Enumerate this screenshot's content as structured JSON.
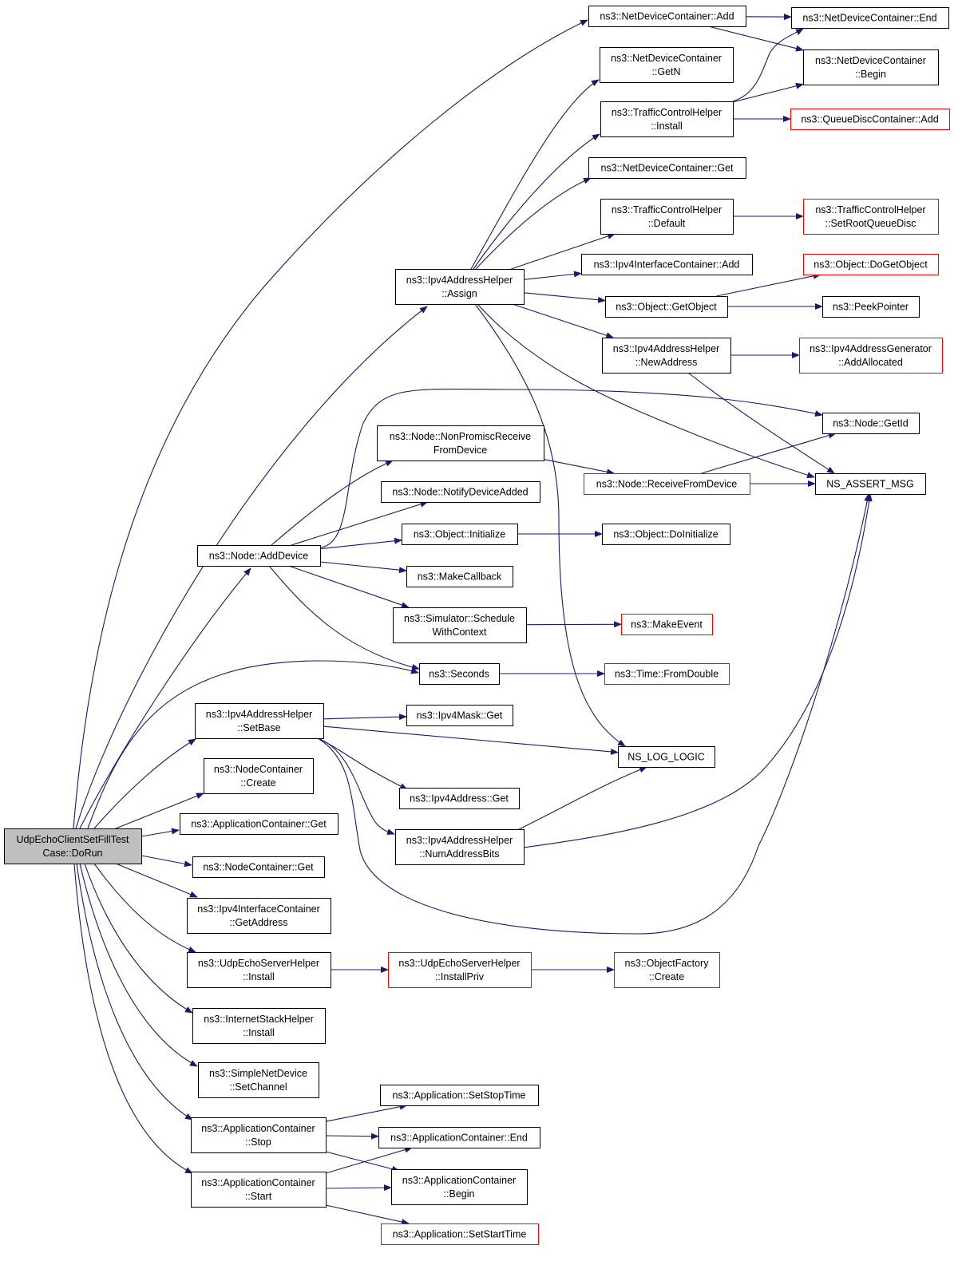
{
  "diagram": {
    "type": "call-graph",
    "colors": {
      "edge": "#191970",
      "node_border": "#000000",
      "truncated_node_border": "#ff0000",
      "root_fill": "#bfbfbf",
      "background": "#ffffff"
    },
    "nodes": [
      {
        "id": "root",
        "lines": [
          "UdpEchoClientSetFillTest",
          "Case::DoRun"
        ],
        "style": "root"
      },
      {
        "id": "ndc_add",
        "lines": [
          "ns3::NetDeviceContainer::Add"
        ],
        "style": "normal"
      },
      {
        "id": "ndc_end",
        "lines": [
          "ns3::NetDeviceContainer::End"
        ],
        "style": "normal"
      },
      {
        "id": "ndc_getn",
        "lines": [
          "ns3::NetDeviceContainer",
          "::GetN"
        ],
        "style": "normal"
      },
      {
        "id": "ndc_begin",
        "lines": [
          "ns3::NetDeviceContainer",
          "::Begin"
        ],
        "style": "normal"
      },
      {
        "id": "tch_install",
        "lines": [
          "ns3::TrafficControlHelper",
          "::Install"
        ],
        "style": "normal"
      },
      {
        "id": "qdc_add",
        "lines": [
          "ns3::QueueDiscContainer::Add"
        ],
        "style": "truncated"
      },
      {
        "id": "ndc_get",
        "lines": [
          "ns3::NetDeviceContainer::Get"
        ],
        "style": "normal"
      },
      {
        "id": "tch_default",
        "lines": [
          "ns3::TrafficControlHelper",
          "::Default"
        ],
        "style": "normal"
      },
      {
        "id": "tch_setroot",
        "lines": [
          "ns3::TrafficControlHelper",
          "::SetRootQueueDisc"
        ],
        "style": "truncated"
      },
      {
        "id": "iic_add",
        "lines": [
          "ns3::Ipv4InterfaceContainer::Add"
        ],
        "style": "normal"
      },
      {
        "id": "obj_dogetobject",
        "lines": [
          "ns3::Object::DoGetObject"
        ],
        "style": "truncated"
      },
      {
        "id": "ipv4ah_assign",
        "lines": [
          "ns3::Ipv4AddressHelper",
          "::Assign"
        ],
        "style": "normal"
      },
      {
        "id": "obj_getobject",
        "lines": [
          "ns3::Object::GetObject"
        ],
        "style": "normal"
      },
      {
        "id": "peekpointer",
        "lines": [
          "ns3::PeekPointer"
        ],
        "style": "normal"
      },
      {
        "id": "ipv4ah_newaddress",
        "lines": [
          "ns3::Ipv4AddressHelper",
          "::NewAddress"
        ],
        "style": "normal"
      },
      {
        "id": "ipv4ag_addallocated",
        "lines": [
          "ns3::Ipv4AddressGenerator",
          "::AddAllocated"
        ],
        "style": "truncated"
      },
      {
        "id": "node_getid",
        "lines": [
          "ns3::Node::GetId"
        ],
        "style": "normal"
      },
      {
        "id": "node_nonpromisc",
        "lines": [
          "ns3::Node::NonPromiscReceive",
          "FromDevice"
        ],
        "style": "normal"
      },
      {
        "id": "node_receive",
        "lines": [
          "ns3::Node::ReceiveFromDevice"
        ],
        "style": "truncated"
      },
      {
        "id": "ns_assert_msg",
        "lines": [
          "NS_ASSERT_MSG"
        ],
        "style": "normal"
      },
      {
        "id": "node_notify",
        "lines": [
          "ns3::Node::NotifyDeviceAdded"
        ],
        "style": "normal"
      },
      {
        "id": "node_adddevice",
        "lines": [
          "ns3::Node::AddDevice"
        ],
        "style": "normal"
      },
      {
        "id": "obj_initialize",
        "lines": [
          "ns3::Object::Initialize"
        ],
        "style": "normal"
      },
      {
        "id": "obj_doinitialize",
        "lines": [
          "ns3::Object::DoInitialize"
        ],
        "style": "normal"
      },
      {
        "id": "makecallback",
        "lines": [
          "ns3::MakeCallback"
        ],
        "style": "normal"
      },
      {
        "id": "sim_schedule",
        "lines": [
          "ns3::Simulator::Schedule",
          "WithContext"
        ],
        "style": "normal"
      },
      {
        "id": "makeevent",
        "lines": [
          "ns3::MakeEvent"
        ],
        "style": "truncated"
      },
      {
        "id": "seconds",
        "lines": [
          "ns3::Seconds"
        ],
        "style": "normal"
      },
      {
        "id": "time_fromdouble",
        "lines": [
          "ns3::Time::FromDouble"
        ],
        "style": "truncated"
      },
      {
        "id": "ipv4ah_setbase",
        "lines": [
          "ns3::Ipv4AddressHelper",
          "::SetBase"
        ],
        "style": "normal"
      },
      {
        "id": "ipv4mask_get",
        "lines": [
          "ns3::Ipv4Mask::Get"
        ],
        "style": "normal"
      },
      {
        "id": "ns_log_logic",
        "lines": [
          "NS_LOG_LOGIC"
        ],
        "style": "normal"
      },
      {
        "id": "nc_create",
        "lines": [
          "ns3::NodeContainer",
          "::Create"
        ],
        "style": "normal"
      },
      {
        "id": "ipv4addr_get",
        "lines": [
          "ns3::Ipv4Address::Get"
        ],
        "style": "normal"
      },
      {
        "id": "ac_get",
        "lines": [
          "ns3::ApplicationContainer::Get"
        ],
        "style": "normal"
      },
      {
        "id": "ipv4ah_numbits",
        "lines": [
          "ns3::Ipv4AddressHelper",
          "::NumAddressBits"
        ],
        "style": "normal"
      },
      {
        "id": "nc_get",
        "lines": [
          "ns3::NodeContainer::Get"
        ],
        "style": "normal"
      },
      {
        "id": "iic_getaddress",
        "lines": [
          "ns3::Ipv4InterfaceContainer",
          "::GetAddress"
        ],
        "style": "normal"
      },
      {
        "id": "uesh_install",
        "lines": [
          "ns3::UdpEchoServerHelper",
          "::Install"
        ],
        "style": "normal"
      },
      {
        "id": "uesh_installpriv",
        "lines": [
          "ns3::UdpEchoServerHelper",
          "::InstallPriv"
        ],
        "style": "truncated"
      },
      {
        "id": "of_create",
        "lines": [
          "ns3::ObjectFactory",
          "::Create"
        ],
        "style": "truncated"
      },
      {
        "id": "ish_install",
        "lines": [
          "ns3::InternetStackHelper",
          "::Install"
        ],
        "style": "normal"
      },
      {
        "id": "snd_setchannel",
        "lines": [
          "ns3::SimpleNetDevice",
          "::SetChannel"
        ],
        "style": "normal"
      },
      {
        "id": "app_setstoptime",
        "lines": [
          "ns3::Application::SetStopTime"
        ],
        "style": "normal"
      },
      {
        "id": "ac_stop",
        "lines": [
          "ns3::ApplicationContainer",
          "::Stop"
        ],
        "style": "normal"
      },
      {
        "id": "ac_end",
        "lines": [
          "ns3::ApplicationContainer::End"
        ],
        "style": "normal"
      },
      {
        "id": "ac_begin",
        "lines": [
          "ns3::ApplicationContainer",
          "::Begin"
        ],
        "style": "normal"
      },
      {
        "id": "ac_start",
        "lines": [
          "ns3::ApplicationContainer",
          "::Start"
        ],
        "style": "normal"
      },
      {
        "id": "app_setstarttime",
        "lines": [
          "ns3::Application::SetStartTime"
        ],
        "style": "truncated"
      }
    ],
    "edges": [
      [
        "root",
        "ndc_add"
      ],
      [
        "root",
        "ipv4ah_assign"
      ],
      [
        "root",
        "node_adddevice"
      ],
      [
        "root",
        "seconds"
      ],
      [
        "root",
        "ipv4ah_setbase"
      ],
      [
        "root",
        "nc_create"
      ],
      [
        "root",
        "ac_get"
      ],
      [
        "root",
        "nc_get"
      ],
      [
        "root",
        "iic_getaddress"
      ],
      [
        "root",
        "uesh_install"
      ],
      [
        "root",
        "ish_install"
      ],
      [
        "root",
        "snd_setchannel"
      ],
      [
        "root",
        "ac_stop"
      ],
      [
        "root",
        "ac_start"
      ],
      [
        "ndc_add",
        "ndc_end"
      ],
      [
        "ndc_add",
        "ndc_begin"
      ],
      [
        "tch_install",
        "ndc_end"
      ],
      [
        "tch_install",
        "ndc_begin"
      ],
      [
        "tch_install",
        "qdc_add"
      ],
      [
        "tch_default",
        "tch_setroot"
      ],
      [
        "ipv4ah_assign",
        "ndc_getn"
      ],
      [
        "ipv4ah_assign",
        "tch_install"
      ],
      [
        "ipv4ah_assign",
        "ndc_get"
      ],
      [
        "ipv4ah_assign",
        "tch_default"
      ],
      [
        "ipv4ah_assign",
        "iic_add"
      ],
      [
        "ipv4ah_assign",
        "obj_getobject"
      ],
      [
        "ipv4ah_assign",
        "ipv4ah_newaddress"
      ],
      [
        "ipv4ah_assign",
        "ns_assert_msg"
      ],
      [
        "ipv4ah_assign",
        "ns_log_logic"
      ],
      [
        "obj_getobject",
        "obj_dogetobject"
      ],
      [
        "obj_getobject",
        "peekpointer"
      ],
      [
        "ipv4ah_newaddress",
        "ipv4ag_addallocated"
      ],
      [
        "ipv4ah_newaddress",
        "ns_assert_msg"
      ],
      [
        "node_nonpromisc",
        "node_receive"
      ],
      [
        "node_receive",
        "node_getid"
      ],
      [
        "node_receive",
        "ns_assert_msg"
      ],
      [
        "node_adddevice",
        "node_nonpromisc"
      ],
      [
        "node_adddevice",
        "node_notify"
      ],
      [
        "node_adddevice",
        "node_getid"
      ],
      [
        "node_adddevice",
        "obj_initialize"
      ],
      [
        "node_adddevice",
        "makecallback"
      ],
      [
        "node_adddevice",
        "sim_schedule"
      ],
      [
        "node_adddevice",
        "seconds"
      ],
      [
        "obj_initialize",
        "obj_doinitialize"
      ],
      [
        "sim_schedule",
        "makeevent"
      ],
      [
        "seconds",
        "time_fromdouble"
      ],
      [
        "ipv4ah_setbase",
        "ipv4mask_get"
      ],
      [
        "ipv4ah_setbase",
        "ns_log_logic"
      ],
      [
        "ipv4ah_setbase",
        "ipv4addr_get"
      ],
      [
        "ipv4ah_setbase",
        "ipv4ah_numbits"
      ],
      [
        "ipv4ah_setbase",
        "ns_assert_msg"
      ],
      [
        "ipv4ah_numbits",
        "ns_log_logic"
      ],
      [
        "ipv4ah_numbits",
        "ns_assert_msg"
      ],
      [
        "uesh_install",
        "uesh_installpriv"
      ],
      [
        "uesh_installpriv",
        "of_create"
      ],
      [
        "ac_stop",
        "app_setstoptime"
      ],
      [
        "ac_stop",
        "ac_end"
      ],
      [
        "ac_stop",
        "ac_begin"
      ],
      [
        "ac_start",
        "ac_end"
      ],
      [
        "ac_start",
        "ac_begin"
      ],
      [
        "ac_start",
        "app_setstarttime"
      ]
    ]
  }
}
